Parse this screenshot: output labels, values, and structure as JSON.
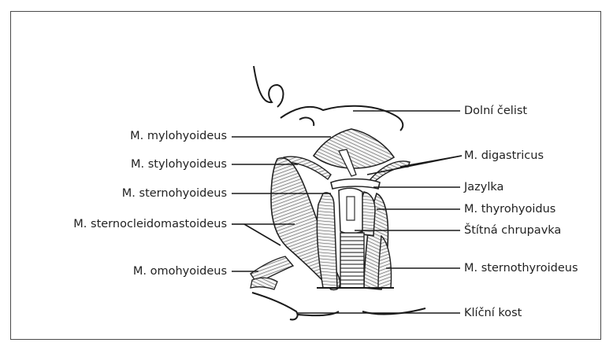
{
  "labels_left": [
    {
      "id": "mylohyoideus",
      "text": "M. mylohyoideus"
    },
    {
      "id": "stylohyoideus",
      "text": "M. stylohyoideus"
    },
    {
      "id": "sternohyoideus",
      "text": "M. sternohyoideus"
    },
    {
      "id": "sternocleidomastoideus",
      "text": "M. sternocleidomastoideus"
    },
    {
      "id": "omohyoideus",
      "text": "M. omohyoideus"
    }
  ],
  "labels_right": [
    {
      "id": "dolni-celist",
      "text": "Dolní čelist"
    },
    {
      "id": "digastricus",
      "text": "M. digastricus"
    },
    {
      "id": "jazylka",
      "text": "Jazylka"
    },
    {
      "id": "thyrohyoidus",
      "text": "M. thyrohyoidus"
    },
    {
      "id": "stitna-chrupavka",
      "text": "Štítná chrupavka"
    },
    {
      "id": "sternothyroideus",
      "text": "M. sternothyroideus"
    },
    {
      "id": "klicni-kost",
      "text": "Klíční kost"
    }
  ]
}
